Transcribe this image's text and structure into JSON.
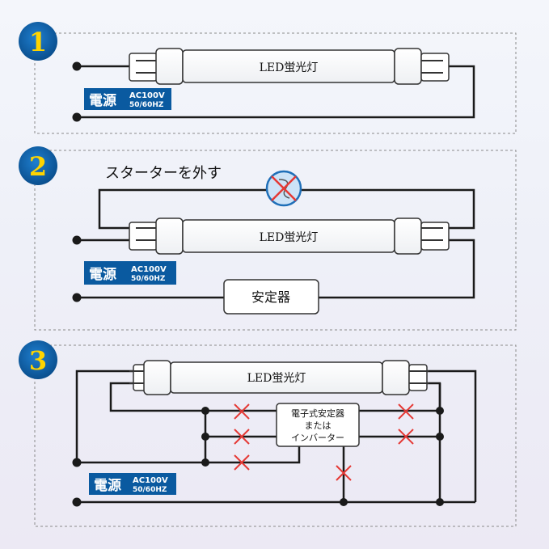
{
  "steps": [
    {
      "number": "1",
      "tube_label": "LED蛍光灯",
      "power": {
        "title": "電源",
        "voltage": "AC100V",
        "frequency": "50/60HZ"
      }
    },
    {
      "number": "2",
      "caption": "スターターを外す",
      "tube_label": "LED蛍光灯",
      "ballast_label": "安定器",
      "power": {
        "title": "電源",
        "voltage": "AC100V",
        "frequency": "50/60HZ"
      }
    },
    {
      "number": "3",
      "tube_label": "LED蛍光灯",
      "inverter_label_line1": "電子式安定器",
      "inverter_label_line2": "または",
      "inverter_label_line3": "インバーター",
      "power": {
        "title": "電源",
        "voltage": "AC100V",
        "frequency": "50/60HZ"
      }
    }
  ],
  "colors": {
    "badge": "#0a5aa0",
    "badge_number": "#ffd400",
    "power_bg": "#0a5aa0",
    "wire": "#1a1a1a",
    "cross": "#e53935",
    "starter_fill": "#cde3f7",
    "starter_stroke": "#1f6fb8"
  }
}
